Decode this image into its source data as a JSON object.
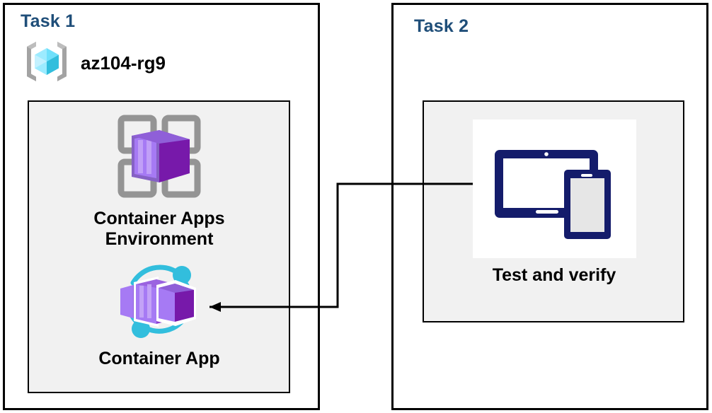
{
  "diagram": {
    "title_color": "#1F4E79",
    "panel_bg": "#f1f1f1",
    "stroke_color": "#000000"
  },
  "task1": {
    "title": "Task 1",
    "resource_group": {
      "icon": "azure-resource-group-icon",
      "name": "az104-rg9"
    },
    "nodes": [
      {
        "id": "container-apps-environment",
        "icon": "container-apps-environment-icon",
        "label": "Container Apps\nEnvironment"
      },
      {
        "id": "container-app",
        "icon": "container-app-icon",
        "label": "Container App"
      }
    ]
  },
  "task2": {
    "title": "Task 2",
    "nodes": [
      {
        "id": "test-and-verify",
        "icon": "devices-test-icon",
        "label": "Test and verify"
      }
    ]
  },
  "connector": {
    "from": "test-and-verify",
    "to": "container-app",
    "style": "orthogonal-arrow",
    "arrowhead": "left"
  },
  "colors": {
    "task_title_blue": "#1F4E79",
    "resource_group_cube_cyan": "#50E6FF",
    "resource_group_bracket_gray": "#A3A3A3",
    "container_purple_light": "#A67AF4",
    "container_purple_dark": "#7719AA",
    "grid_gray": "#949494",
    "accent_cyan": "#32BEDD",
    "device_navy": "#141C6B",
    "panel_gray": "#F1F1F1"
  }
}
